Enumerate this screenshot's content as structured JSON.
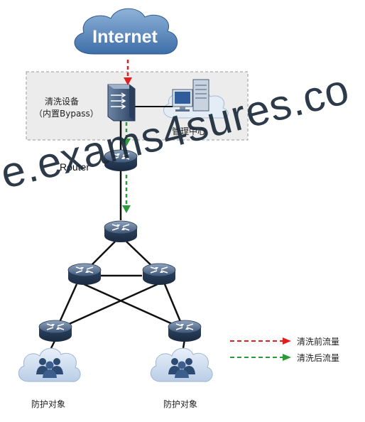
{
  "cloud": {
    "label": "Internet"
  },
  "box": {
    "device_label_line1": "清洗设备",
    "device_label_line2": "（内置Bypass）",
    "mgmt_label": "管理中心"
  },
  "router_label": "Router",
  "protected": [
    "防护对象",
    "防护对象"
  ],
  "legend": [
    {
      "label": "清洗前流量",
      "color": "#e02020"
    },
    {
      "label": "清洗后流量",
      "color": "#2a9a3a"
    }
  ],
  "watermark": "e.exams4sures.co"
}
